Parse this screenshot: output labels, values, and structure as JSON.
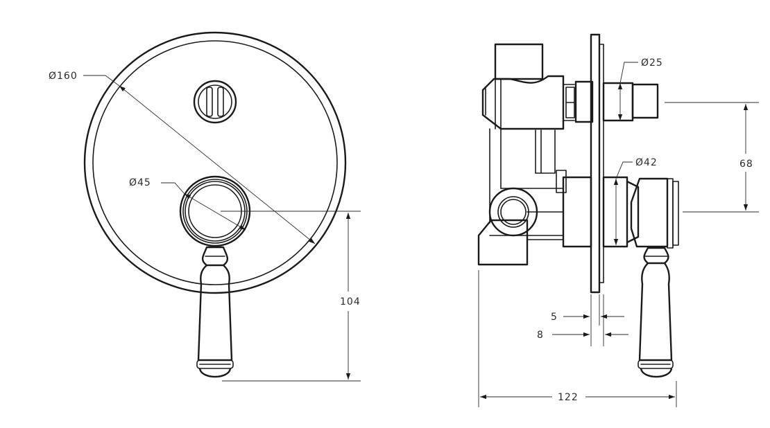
{
  "dimensions": {
    "plate_diameter": "Ø160",
    "handle_hub_diameter": "Ø45",
    "height_to_handle": "104",
    "outlet_diameter": "Ø25",
    "body_diameter": "Ø42",
    "outlet_spacing": "68",
    "plate_thickness_a": "5",
    "plate_thickness_b": "8",
    "total_depth": "122"
  },
  "colors": {
    "line": "#1a1a1a",
    "background": "#ffffff"
  }
}
